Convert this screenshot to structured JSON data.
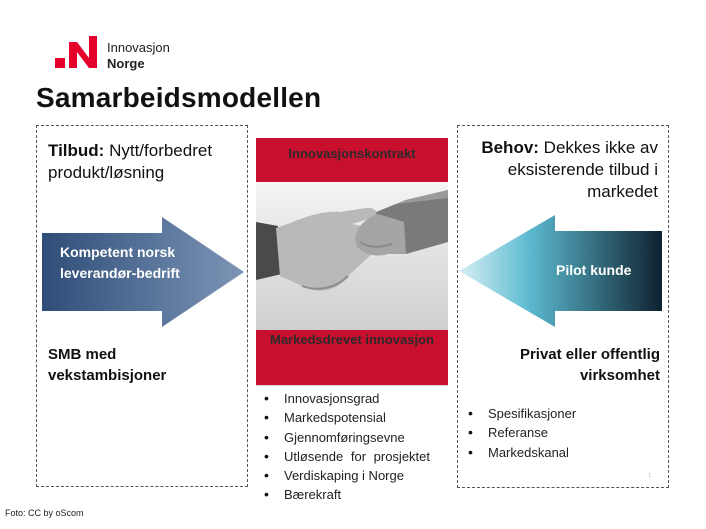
{
  "logo": {
    "line1": "Innovasjon",
    "line2": "Norge",
    "brand_color": "#e4002b"
  },
  "title": "Samarbeidsmodellen",
  "offer": {
    "label": "Tilbud:",
    "text": " Nytt/forbedret produkt/løsning"
  },
  "need": {
    "label": "Behov:",
    "text": " Dekkes ikke av eksisterende tilbud i markedet"
  },
  "left_arrow": {
    "label": "Kompetent norsk leverandør-bedrift",
    "color": "#3f5d86"
  },
  "right_arrow": {
    "label": "Pilot kunde",
    "color": "#5bb9cf"
  },
  "center": {
    "top_label": "Innovasjonskontrakt",
    "bottom_label": "Markedsdrevet innovasjon",
    "accent": "#c8102e",
    "bullets": [
      "Innovasjonsgrad",
      "Markedspotensial",
      "Gjennomføringsevne",
      "Utløsende for prosjektet",
      "Verdiskaping i Norge",
      "Bærekraft"
    ]
  },
  "smb": "SMB med vekstambisjoner",
  "private": "Privat eller offentlig virksomhet",
  "right_bullets": [
    "Spesifikasjoner",
    "Referanse",
    "Markedskanal"
  ],
  "footer": "Foto: CC by oScom",
  "page_dot": "1"
}
